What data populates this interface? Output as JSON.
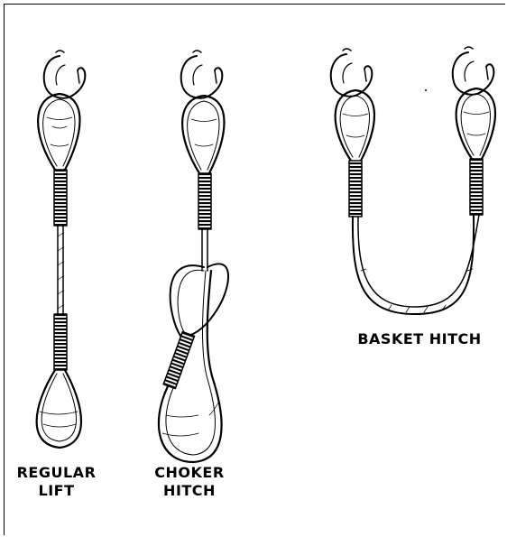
{
  "hitches": {
    "regular_lift": {
      "line1": "REGULAR",
      "line2": "LIFT"
    },
    "choker_hitch": {
      "line1": "CHOKER",
      "line2": "HITCH"
    },
    "basket_hitch": {
      "line1": "BASKET HITCH"
    }
  },
  "colors": {
    "ink": "#000000",
    "background": "#ffffff"
  }
}
